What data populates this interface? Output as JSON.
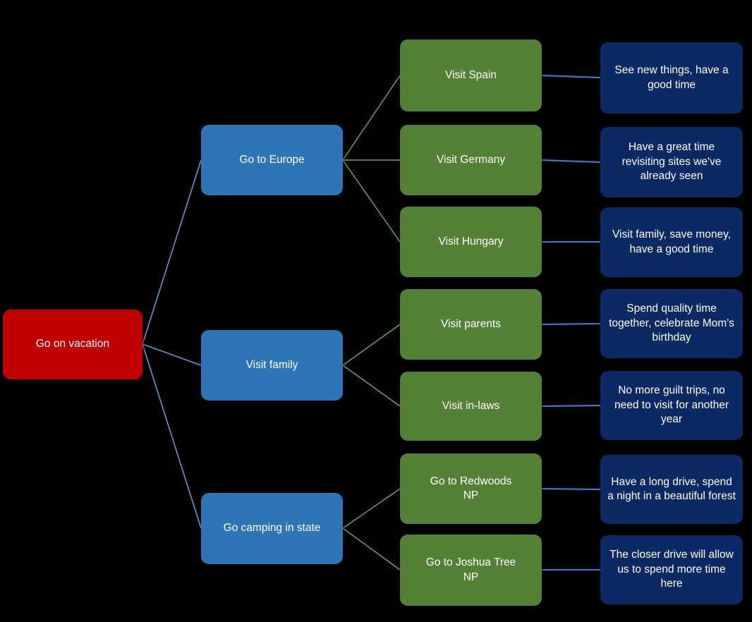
{
  "diagram_type": "decision-tree",
  "colors": {
    "root_fill": "#C00000",
    "branch_fill": "#2E75B6",
    "option_fill": "#538135",
    "outcome_fill": "#0B2A64",
    "node_text": "#FFFFFF",
    "edge_root_to_branch": "#5B9BD5",
    "edge_branch_to_option": "#70AD47",
    "edge_option_to_outcome": "#4472C4",
    "background": "#000000"
  },
  "tree": {
    "root": {
      "label": "Go on vacation"
    },
    "branches": [
      {
        "label": "Go to Europe",
        "options": [
          {
            "label": "Visit Spain",
            "outcome": "See new things, have a good time"
          },
          {
            "label": "Visit Germany",
            "outcome": "Have a great time revisiting sites we've already seen"
          },
          {
            "label": "Visit Hungary",
            "outcome": "Visit family, save money, have a good time"
          }
        ]
      },
      {
        "label": "Visit family",
        "options": [
          {
            "label": "Visit parents",
            "outcome": "Spend quality time together, celebrate Mom's birthday"
          },
          {
            "label": "Visit in-laws",
            "outcome": "No more guilt trips, no need to visit for another year"
          }
        ]
      },
      {
        "label": "Go camping in state",
        "options": [
          {
            "label": "Go to Redwoods NP",
            "outcome": "Have a long drive, spend a night in a beautiful forest"
          },
          {
            "label": "Go to Joshua Tree NP",
            "outcome": "The closer drive will allow us to spend more time here"
          }
        ]
      }
    ]
  }
}
